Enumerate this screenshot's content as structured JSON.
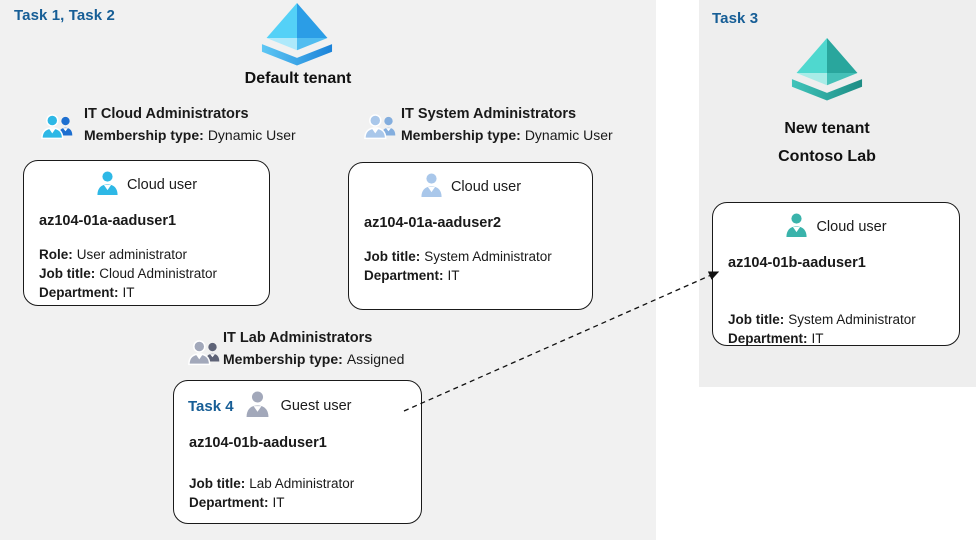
{
  "colors": {
    "task_label_blue": "#175e96",
    "left_panel_bg": "#f1f1f1",
    "right_panel_bg": "#eeeeee",
    "card_border": "#1a1a1a",
    "cloud_user_icon_blue": "#2eb8e6",
    "cloud_user_icon_muted": "#a9c7ea",
    "guest_user_icon_gray": "#a2a8ba",
    "cloud_user_icon_teal": "#3ab3ab",
    "tenant_icon_blue": "#2b9de6",
    "tenant_icon_teal": "#29a69d"
  },
  "left_panel": {
    "task_label": "Task 1, Task 2",
    "tenant_name": "Default tenant",
    "groups": [
      {
        "name": "IT Cloud Administrators",
        "membership_label": "Membership type:",
        "membership_value": "Dynamic User"
      },
      {
        "name": "IT System Administrators",
        "membership_label": "Membership type:",
        "membership_value": "Dynamic User"
      },
      {
        "name": "IT Lab Administrators",
        "membership_label": "Membership type:",
        "membership_value": "Assigned"
      }
    ],
    "cards": [
      {
        "user_type": "Cloud user",
        "username": "az104-01a-aaduser1",
        "fields": [
          {
            "label": "Role:",
            "value": "User administrator"
          },
          {
            "label": "Job title:",
            "value": "Cloud Administrator"
          },
          {
            "label": "Department:",
            "value": "IT"
          }
        ]
      },
      {
        "user_type": "Cloud user",
        "username": "az104-01a-aaduser2",
        "fields": [
          {
            "label": "Job title:",
            "value": "System Administrator"
          },
          {
            "label": "Department:",
            "value": "IT"
          }
        ]
      },
      {
        "task_label": "Task 4",
        "user_type": "Guest user",
        "username": "az104-01b-aaduser1",
        "fields": [
          {
            "label": "Job title:",
            "value": "Lab Administrator"
          },
          {
            "label": "Department:",
            "value": "IT"
          }
        ]
      }
    ]
  },
  "right_panel": {
    "task_label": "Task 3",
    "tenant_name_line1": "New tenant",
    "tenant_name_line2": "Contoso Lab",
    "card": {
      "user_type": "Cloud user",
      "username": "az104-01b-aaduser1",
      "fields": [
        {
          "label": "Job title:",
          "value": "System Administrator"
        },
        {
          "label": "Department:",
          "value": "IT"
        }
      ]
    }
  }
}
